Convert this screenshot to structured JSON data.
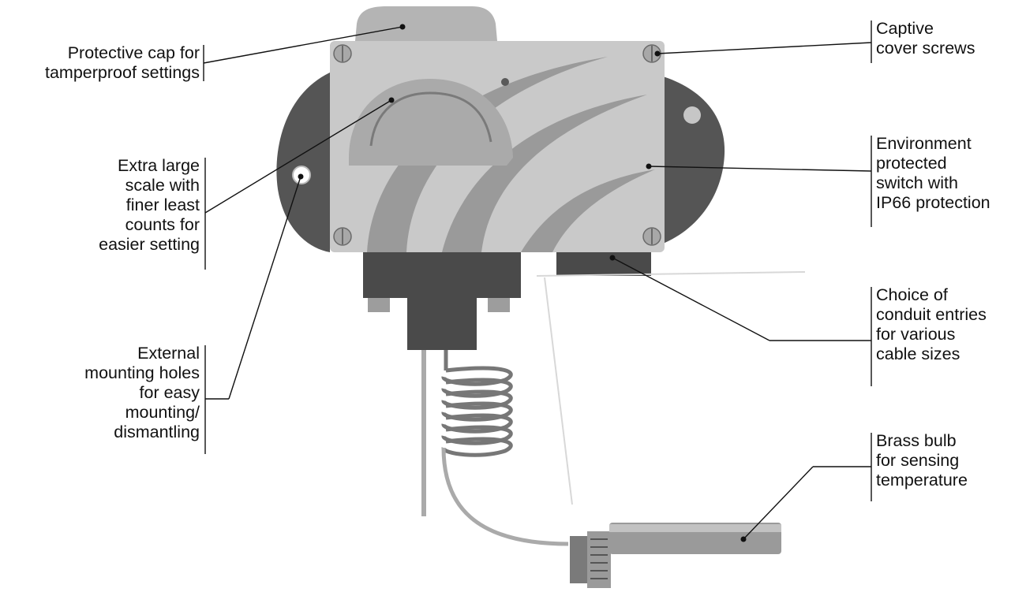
{
  "callouts": {
    "protective_cap": [
      "Protective cap for",
      "tamperproof settings"
    ],
    "large_scale": [
      "Extra large",
      "scale with",
      "finer least",
      "counts for",
      "easier setting"
    ],
    "mounting_holes": [
      "External",
      "mounting holes",
      "for easy",
      "mounting/",
      "dismantling"
    ],
    "cover_screws": [
      "Captive",
      "cover screws"
    ],
    "environment_switch": [
      "Environment",
      "protected",
      "switch with",
      "IP66 protection"
    ],
    "conduit_entries": [
      "Choice of",
      "conduit entries",
      "for various",
      "cable sizes"
    ],
    "brass_bulb": [
      "Brass bulb",
      "for sensing",
      "temperature"
    ]
  },
  "colors": {
    "text": "#111111",
    "leader": "#111111",
    "body_light": "#c6c6c6",
    "body_mid": "#8e8e8e",
    "body_dark": "#4a4a4a",
    "flange": "#555555"
  }
}
